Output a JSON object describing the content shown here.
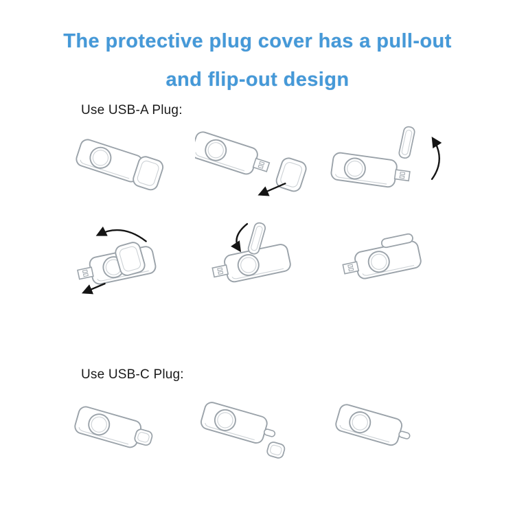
{
  "title": {
    "line1": "The protective plug cover has a pull-out",
    "line2": "and flip-out design"
  },
  "sections": [
    {
      "id": "usba",
      "label": "Use USB-A Plug:"
    },
    {
      "id": "usbc",
      "label": "Use USB-C Plug:"
    }
  ],
  "colors": {
    "title_blue": "#4599d8",
    "line_gray": "#9aa2a9",
    "inner_gray": "#ccd1d5",
    "arrow_black": "#141414",
    "background": "#ffffff",
    "text_black": "#1a1a1a"
  },
  "illustrations": {
    "usba_steps": [
      "usb-a-cover-closed",
      "usb-a-cover-pulled-out",
      "usb-a-cover-flipped-up",
      "usb-a-cover-flipped-over",
      "usb-a-cover-folding-down",
      "usb-a-cover-folded-flat"
    ],
    "usbc_steps": [
      "usb-c-cover-closed",
      "usb-c-cover-removed",
      "usb-c-plug-exposed"
    ]
  }
}
